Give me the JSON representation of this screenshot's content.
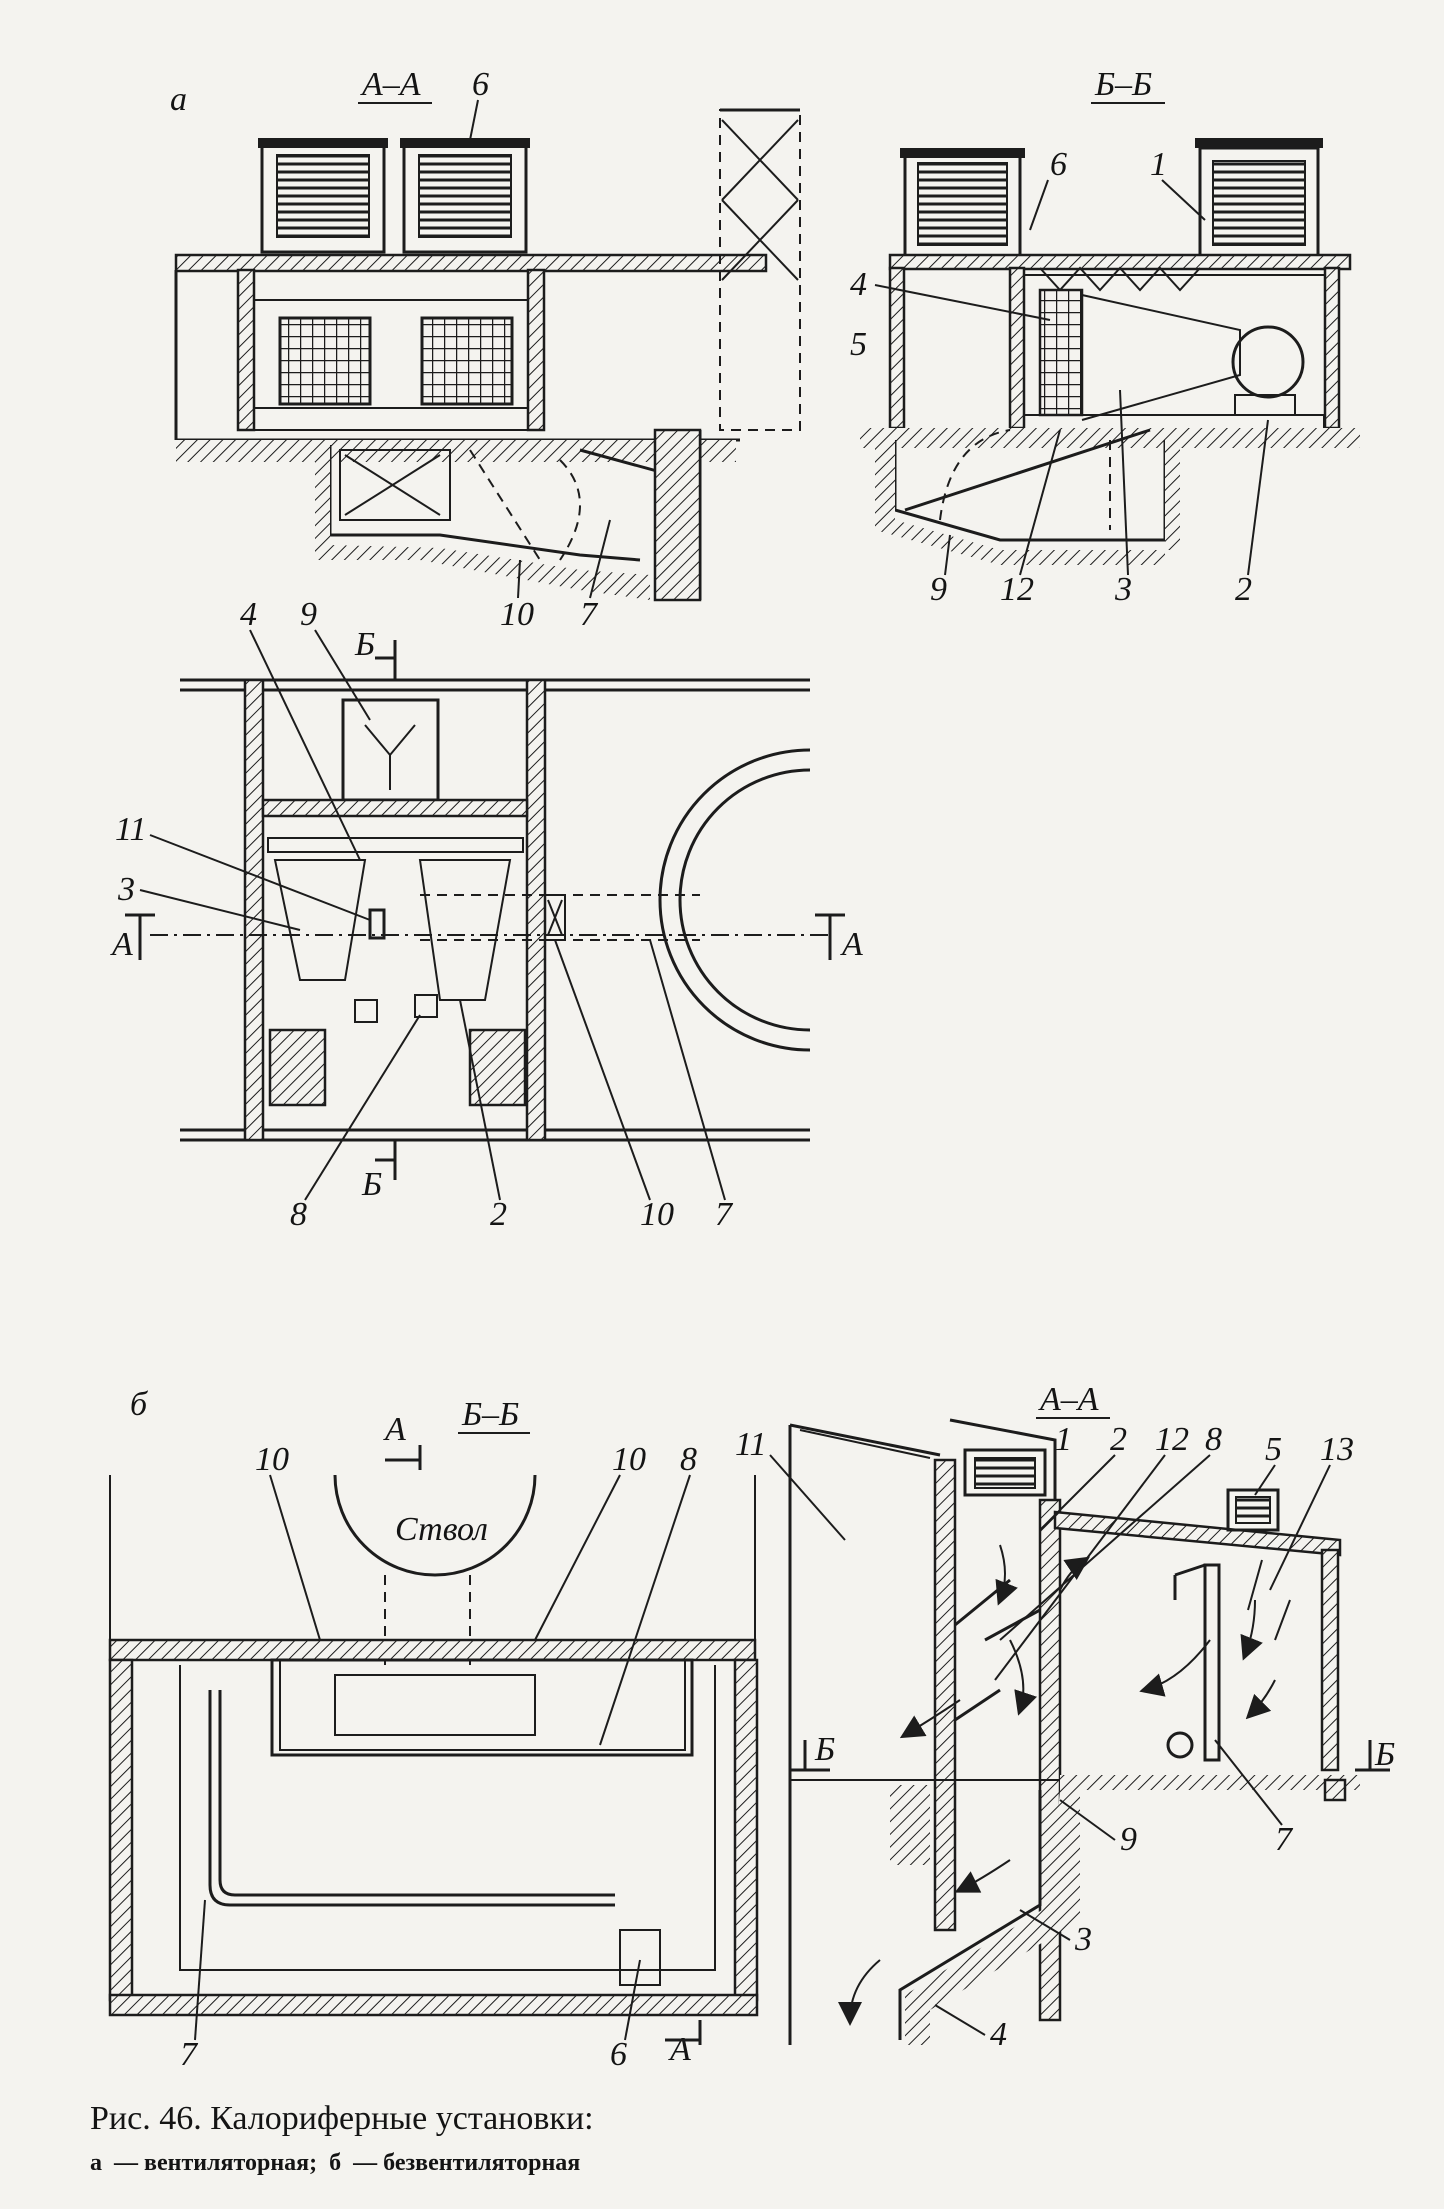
{
  "figure": {
    "caption": "Рис. 46. Калориферные установки:",
    "legend": [
      {
        "key": "а",
        "text": "— вентиляторная;"
      },
      {
        "key": "б",
        "text": "— безвентиляторная"
      }
    ]
  },
  "panel_a": {
    "letter": "а",
    "section_aa_label": "А–А",
    "section_bb_label": "Б–Б",
    "aa_callouts": [
      "6",
      "10",
      "7"
    ],
    "bb_callouts": [
      "6",
      "1",
      "4",
      "5",
      "9",
      "12",
      "3",
      "2"
    ],
    "plan_callouts": [
      "4",
      "9",
      "11",
      "3",
      "8",
      "2",
      "10",
      "7"
    ],
    "cut_marks": {
      "a": "А",
      "b": "Б"
    }
  },
  "panel_b": {
    "letter": "б",
    "section_bb_label": "Б–Б",
    "section_aa_label": "А–А",
    "shaft_label": "Ствол",
    "bb_callouts": [
      "10",
      "10",
      "8",
      "7",
      "6"
    ],
    "aa_callouts": [
      "11",
      "1",
      "2",
      "12",
      "8",
      "5",
      "13",
      "9",
      "7",
      "3",
      "4"
    ],
    "cut_marks": {
      "a": "А",
      "b": "Б"
    }
  }
}
